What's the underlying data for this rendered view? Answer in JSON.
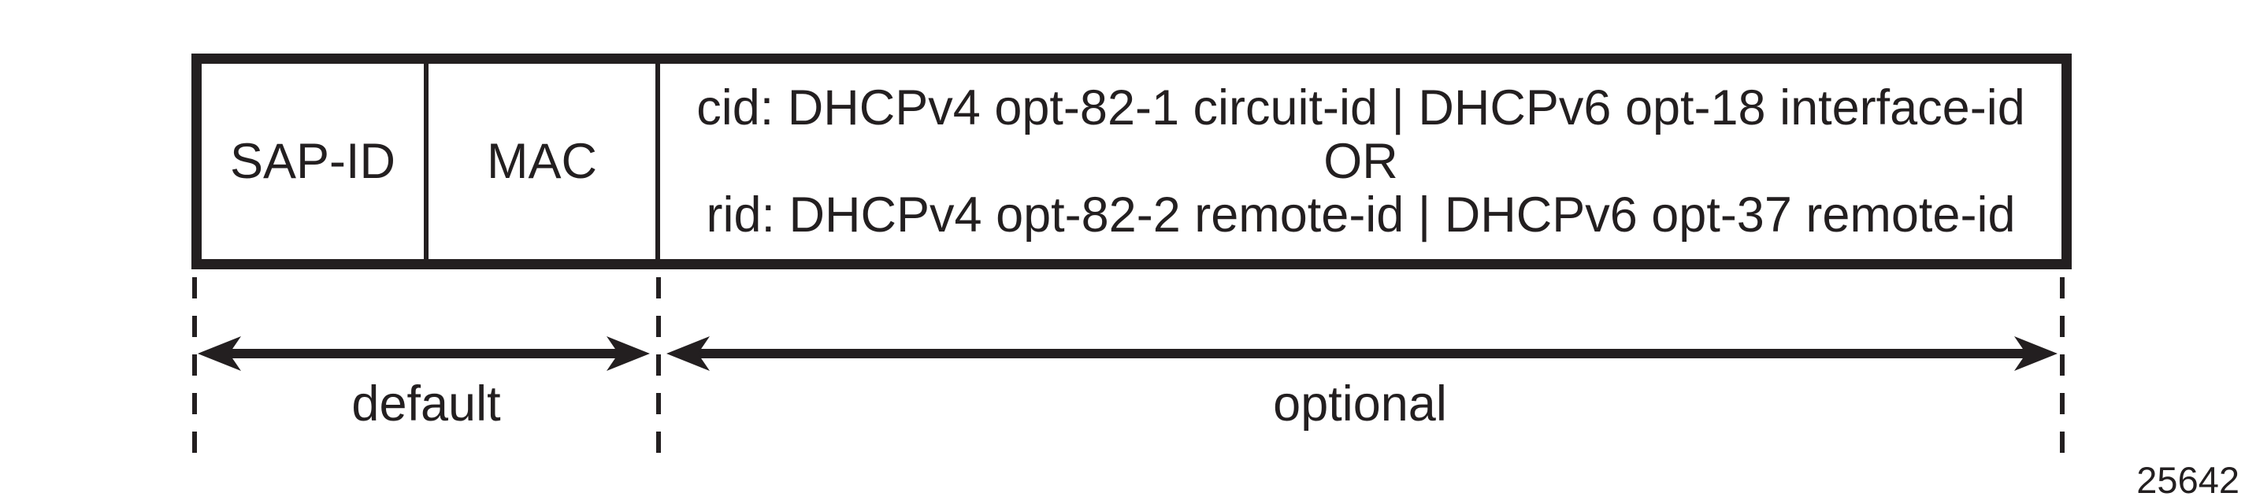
{
  "diagram": {
    "title_semantic": "subscriber host identification header structure",
    "colors": {
      "ink": "#231f20",
      "background": "#ffffff"
    },
    "box": {
      "cells": [
        {
          "label": "SAP-ID"
        },
        {
          "label": "MAC"
        },
        {
          "lines": [
            "cid: DHCPv4 opt-82-1 circuit-id | DHCPv6 opt-18 interface-id",
            "OR",
            "rid: DHCPv4 opt-82-2 remote-id | DHCPv6 opt-37 remote-id"
          ]
        }
      ]
    },
    "spans": [
      {
        "label": "default"
      },
      {
        "label": "optional"
      }
    ],
    "figure_number": "25642"
  }
}
